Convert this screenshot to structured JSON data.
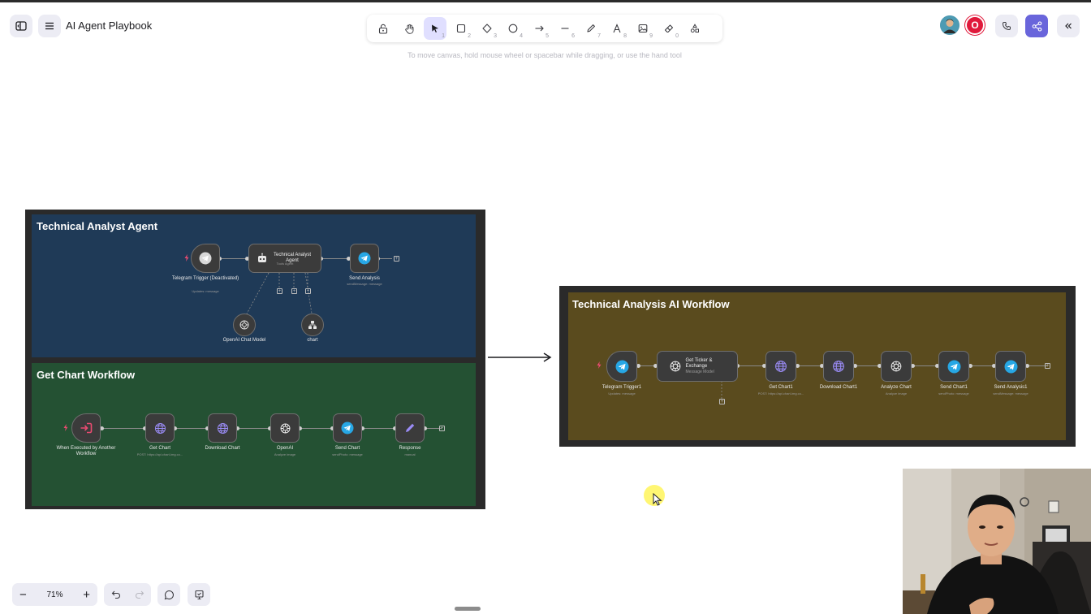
{
  "header": {
    "title": "AI Agent Playbook",
    "hint": "To move canvas, hold mouse wheel or spacebar while dragging, or use the hand tool",
    "collaborator_initial": "O"
  },
  "toolbar": {
    "tools": [
      {
        "name": "lock-tool",
        "key": ""
      },
      {
        "name": "hand-tool",
        "key": ""
      },
      {
        "name": "selection-tool",
        "key": "1"
      },
      {
        "name": "rectangle-tool",
        "key": "2"
      },
      {
        "name": "diamond-tool",
        "key": "3"
      },
      {
        "name": "ellipse-tool",
        "key": "4"
      },
      {
        "name": "arrow-tool",
        "key": "5"
      },
      {
        "name": "line-tool",
        "key": "6"
      },
      {
        "name": "draw-tool",
        "key": "7"
      },
      {
        "name": "text-tool",
        "key": "8"
      },
      {
        "name": "image-tool",
        "key": "9"
      },
      {
        "name": "eraser-tool",
        "key": "0"
      },
      {
        "name": "extra-tools",
        "key": ""
      }
    ]
  },
  "left_diagram": {
    "agent": {
      "title": "Technical Analyst Agent",
      "trigger_label": "Telegram Trigger (Deactivated)",
      "trigger_sub": "Updates: message",
      "agent_label": "Technical Analyst Agent",
      "agent_sub": "Tools Agent",
      "send_label": "Send Analysis",
      "send_sub": "sendMessage: message",
      "model_label": "OpenAI Chat Model",
      "tool_label": "chart"
    },
    "chart_workflow": {
      "title": "Get Chart Workflow",
      "nodes": [
        {
          "label": "When Executed by Another Workflow",
          "sub": ""
        },
        {
          "label": "Get Chart",
          "sub": "POST: https://api.chart-img.co..."
        },
        {
          "label": "Download Chart",
          "sub": ""
        },
        {
          "label": "OpenAI",
          "sub": "Analyze image"
        },
        {
          "label": "Send Chart",
          "sub": "sendPhoto: message"
        },
        {
          "label": "Response",
          "sub": "manual"
        }
      ]
    }
  },
  "right_diagram": {
    "title": "Technical Analysis AI Workflow",
    "nodes": [
      {
        "label": "Telegram Trigger1",
        "sub": "Updates: message"
      },
      {
        "label": "Get Ticker & Exchange",
        "sub": "Message Model"
      },
      {
        "label": "Get Chart1",
        "sub": "POST: https://api.chart-img.co..."
      },
      {
        "label": "Download Chart1",
        "sub": ""
      },
      {
        "label": "Analyze Chart",
        "sub": "Analyze image"
      },
      {
        "label": "Send Chart1",
        "sub": "sendPhoto: message"
      },
      {
        "label": "Send Analysis1",
        "sub": "sendMessage: message"
      }
    ]
  },
  "footer": {
    "zoom_level": "71%"
  },
  "colors": {
    "agent_bg": "#1f3a57",
    "chart_bg": "#245133",
    "right_bg": "#5a4b1e",
    "accent": "#6965db",
    "telegram": "#27a7e5",
    "http": "#7d6cf5",
    "trigger_red": "#ea4b71"
  }
}
